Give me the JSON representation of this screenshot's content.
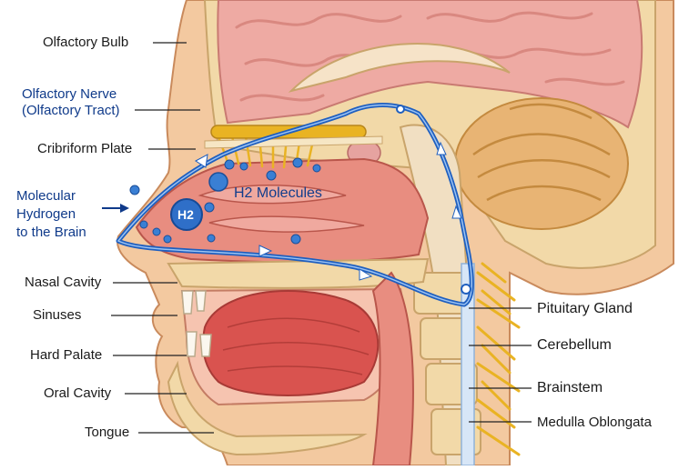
{
  "labels": {
    "olfactory_bulb": "Olfactory Bulb",
    "olfactory_nerve_line1": "Olfactory Nerve",
    "olfactory_nerve_line2": "(Olfactory Tract)",
    "cribriform_plate": "Cribriform Plate",
    "molecular_line1": "Molecular",
    "molecular_line2": "Hydrogen",
    "molecular_line3": "to the Brain",
    "nasal_cavity": "Nasal Cavity",
    "sinuses": "Sinuses",
    "hard_palate": "Hard Palate",
    "oral_cavity": "Oral Cavity",
    "tongue": "Tongue",
    "pituitary_gland": "Pituitary Gland",
    "cerebellum": "Cerebellum",
    "brainstem": "Brainstem",
    "medulla_oblongata": "Medulla Oblongata",
    "h2_molecules": "H2 Molecules",
    "h2_bubble": "H2"
  },
  "colors": {
    "skin": "#f3c9a0",
    "skin_dark": "#d99a6e",
    "bone": "#f2d9a8",
    "brain": "#eeaaa3",
    "brain_fold": "#d98880",
    "cerebellum": "#e8b474",
    "nasal": "#e88d80",
    "tongue": "#d9534f",
    "pathway_blue": "#1f5fbf",
    "nerve_yellow": "#e9b323",
    "label_blue": "#0f3a8a"
  }
}
